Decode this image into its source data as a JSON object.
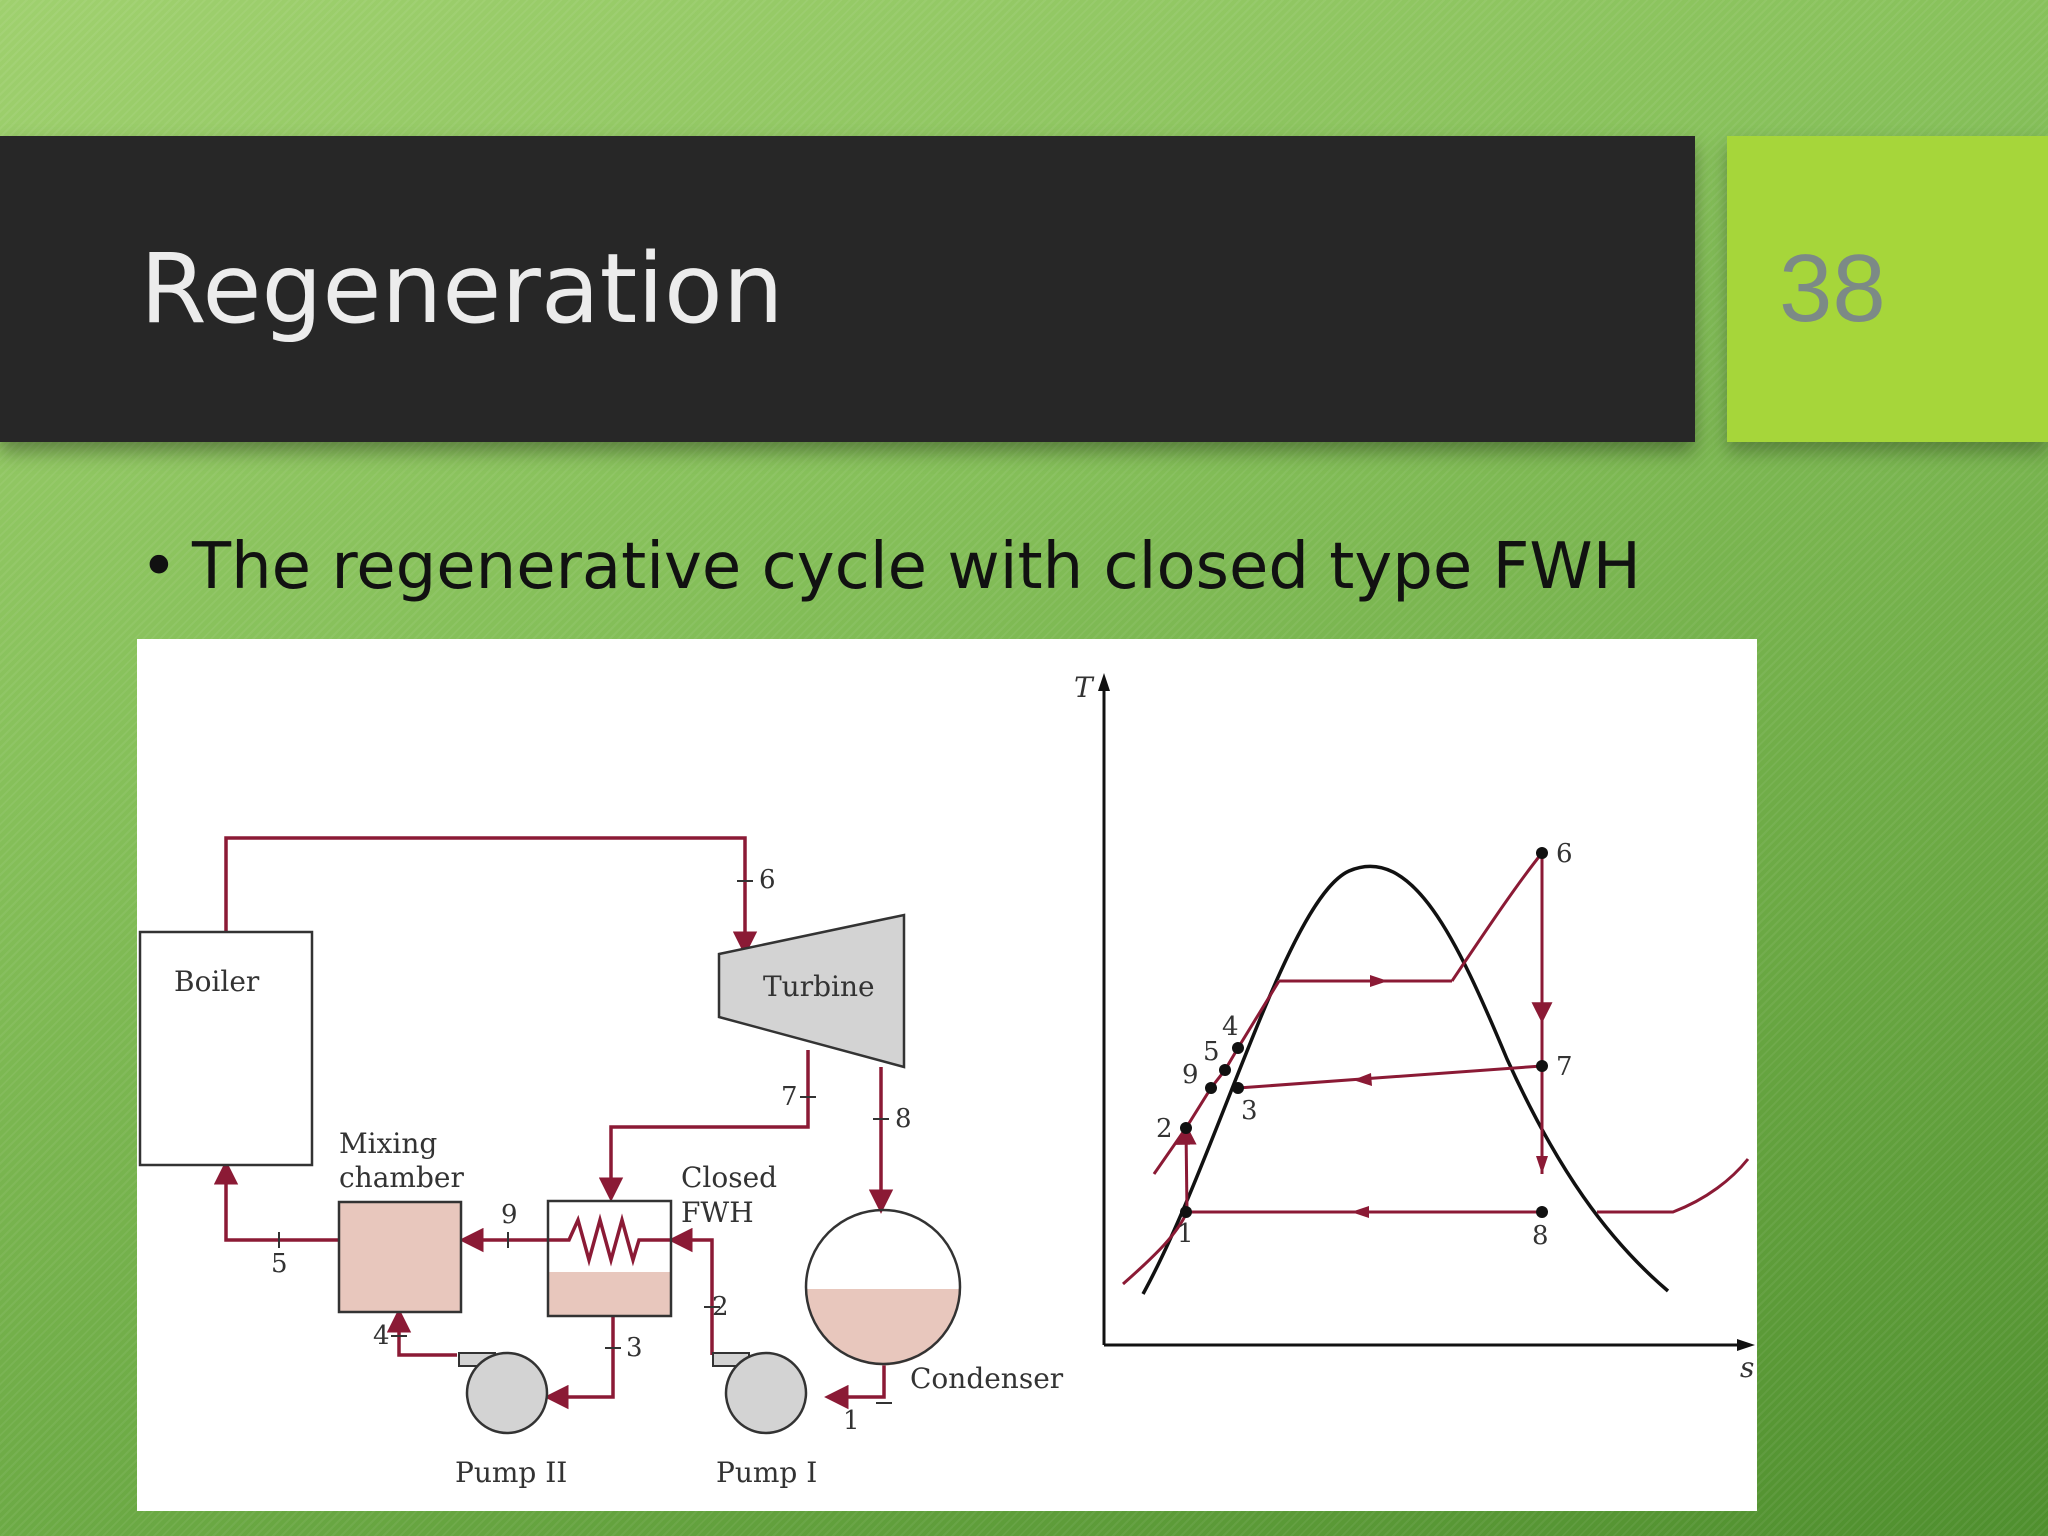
{
  "slide": {
    "title": "Regeneration",
    "number": "38",
    "bullet": "The regenerative cycle with closed type FWH"
  },
  "schematic": {
    "components": {
      "boiler": "Boiler",
      "turbine": "Turbine",
      "mixing_chamber": [
        "Mixing",
        "chamber"
      ],
      "closed_fwh": [
        "Closed",
        "FWH"
      ],
      "condenser": "Condenser",
      "pump_1": "Pump I",
      "pump_2": "Pump II"
    },
    "states": [
      "1",
      "2",
      "3",
      "4",
      "5",
      "6",
      "7",
      "8",
      "9"
    ]
  },
  "ts_diagram": {
    "x_axis": "s",
    "y_axis": "T",
    "states": [
      "1",
      "2",
      "3",
      "4",
      "5",
      "6",
      "7",
      "8",
      "9"
    ]
  },
  "colors": {
    "pipe": "#8b1a35",
    "fill": "#e8c7bd",
    "machine": "#d3d3d3",
    "title_bar": "#272727",
    "number_box": "#a6d63a"
  }
}
